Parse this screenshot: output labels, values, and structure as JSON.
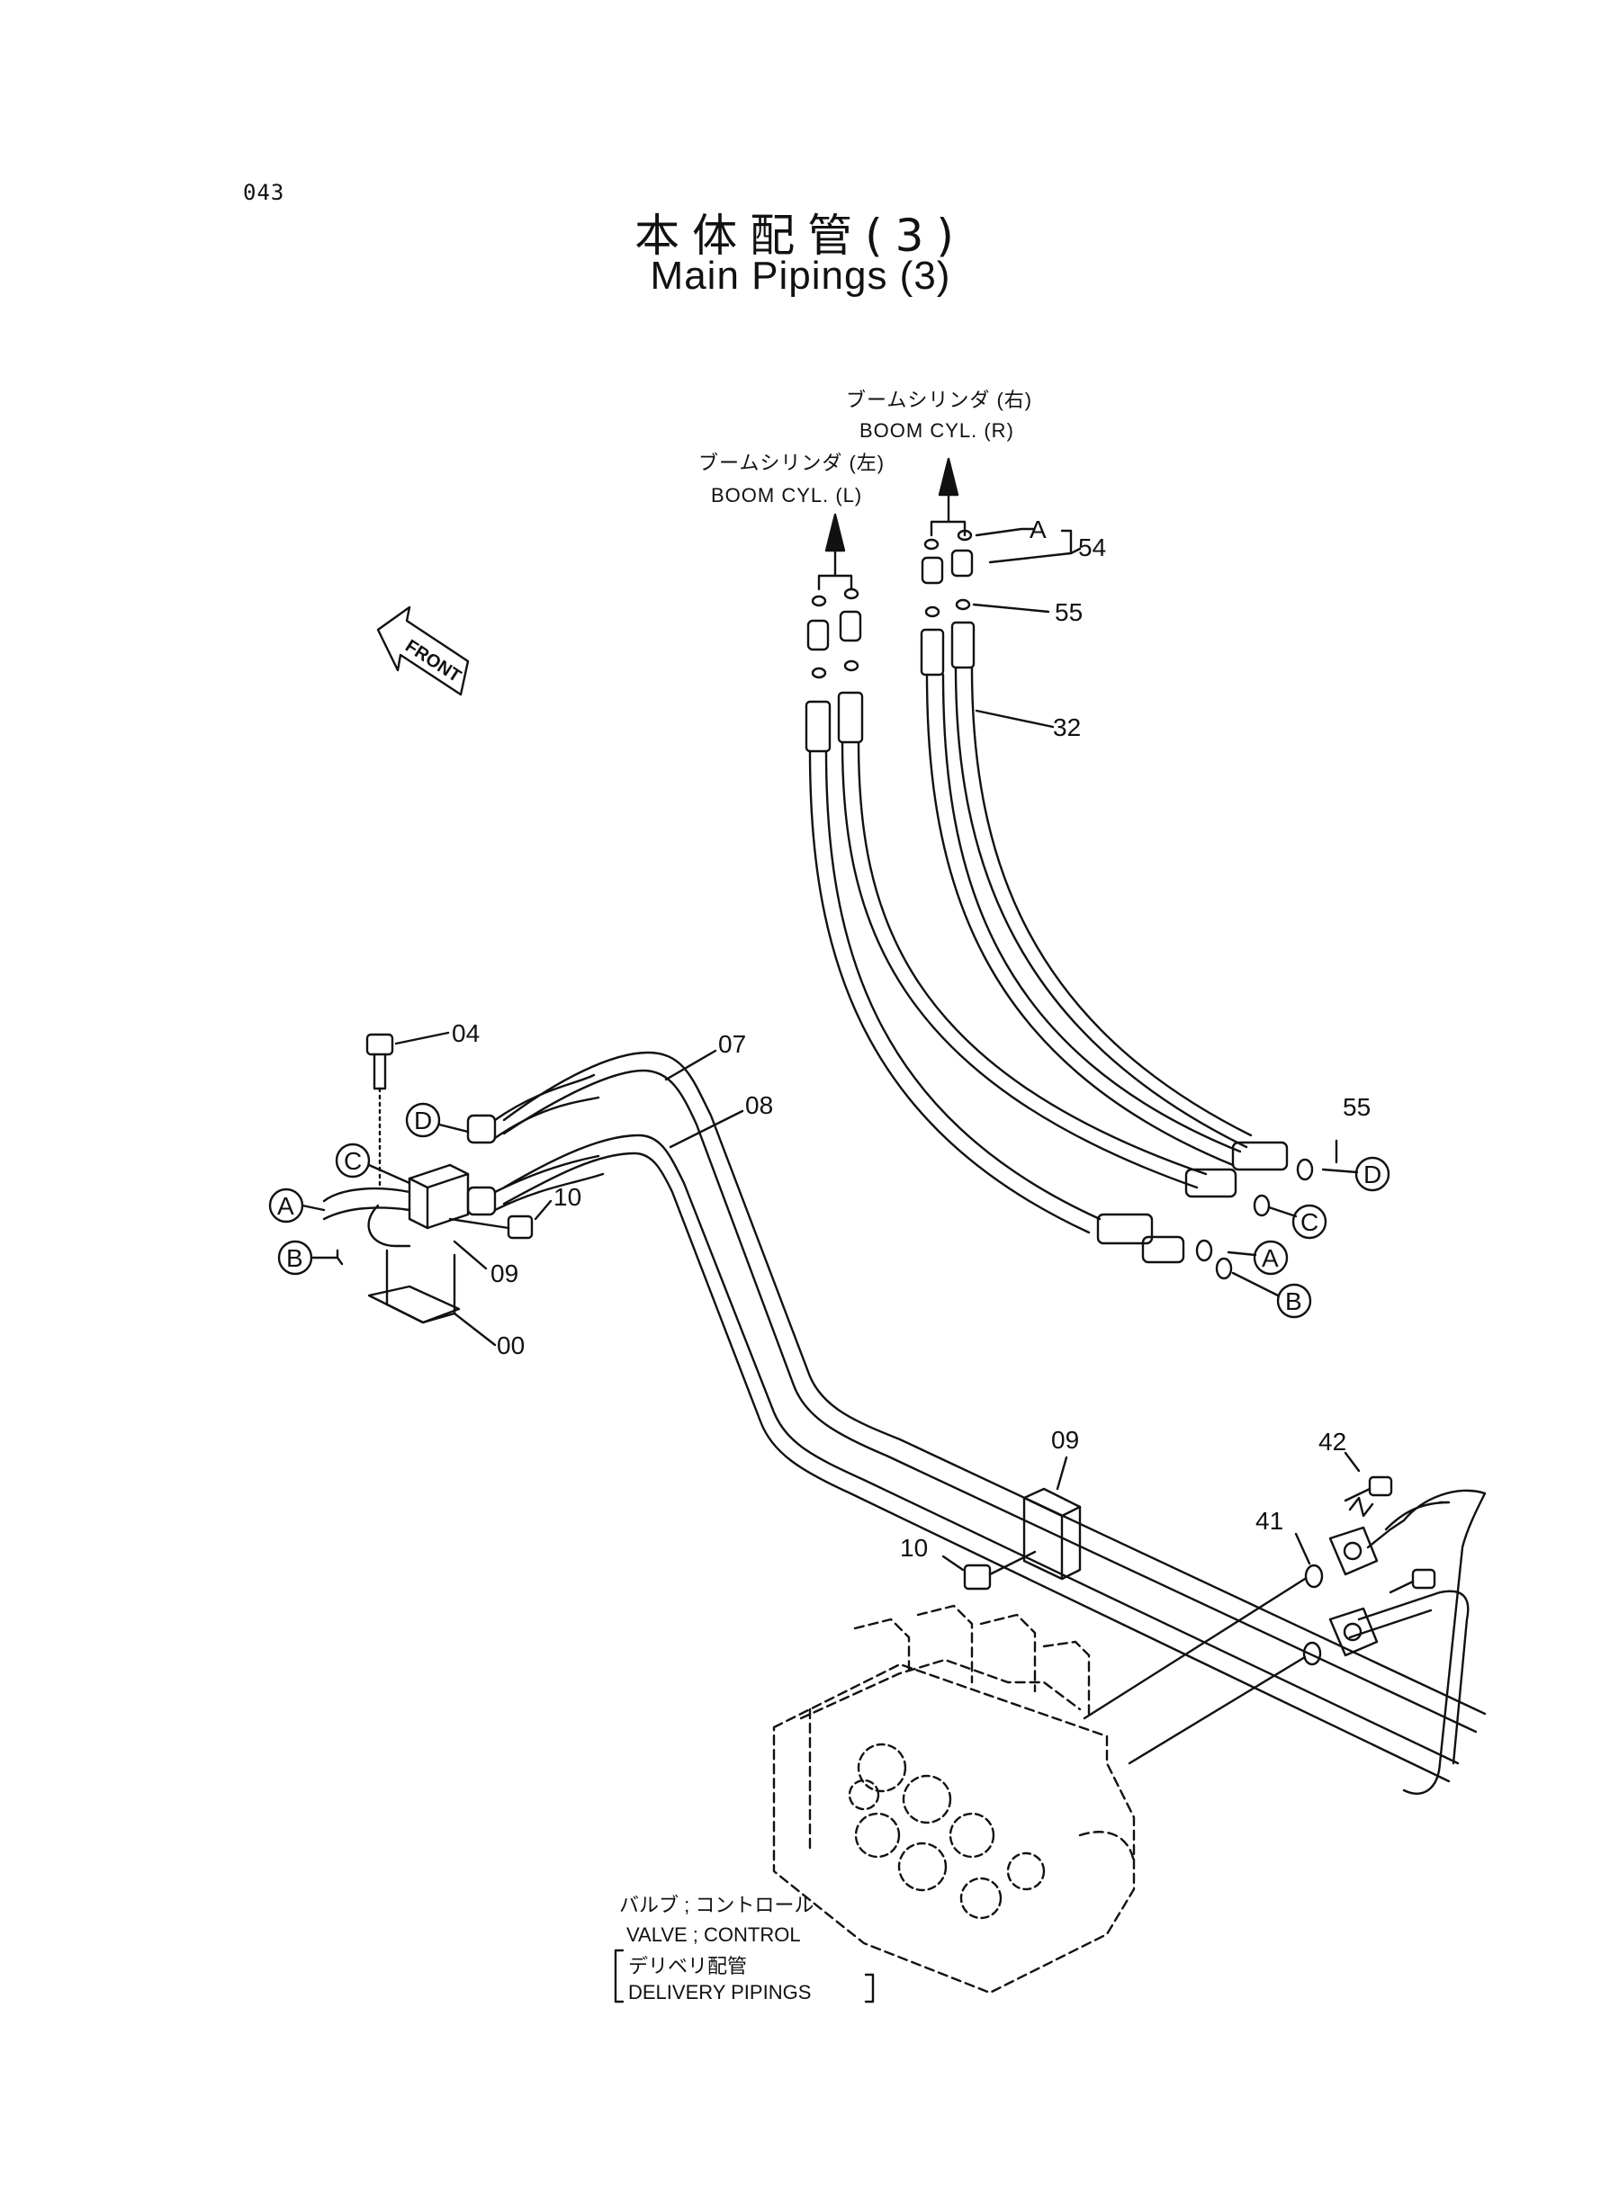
{
  "page_number": "043",
  "title_jp": "本体配管(3)",
  "title_en": "Main Pipings (3)",
  "front_label": "FRONT",
  "boom_right": {
    "jp": "ブームシリンダ (右)",
    "en": "BOOM CYL. (R)"
  },
  "boom_left": {
    "jp": "ブームシリンダ (左)",
    "en": "BOOM CYL. (L)"
  },
  "valve_note": {
    "line1": "バルブ ; コントロール",
    "line2": "VALVE ; CONTROL",
    "line3": "デリベリ配管",
    "line4": "DELIVERY PIPINGS"
  },
  "part_numbers": {
    "p54": "54",
    "p55_top": "55",
    "p32": "32",
    "p55_right": "55",
    "p04": "04",
    "p07": "07",
    "p08": "08",
    "p10_left": "10",
    "p09_left": "09",
    "p00": "00",
    "p09_mid": "09",
    "p10_mid": "10",
    "p42": "42",
    "p41": "41"
  },
  "letters": {
    "top_a": "A",
    "left_a": "A",
    "left_b": "B",
    "left_c": "C",
    "left_d": "D",
    "right_a": "A",
    "right_b": "B",
    "right_c": "C",
    "right_d": "D"
  }
}
